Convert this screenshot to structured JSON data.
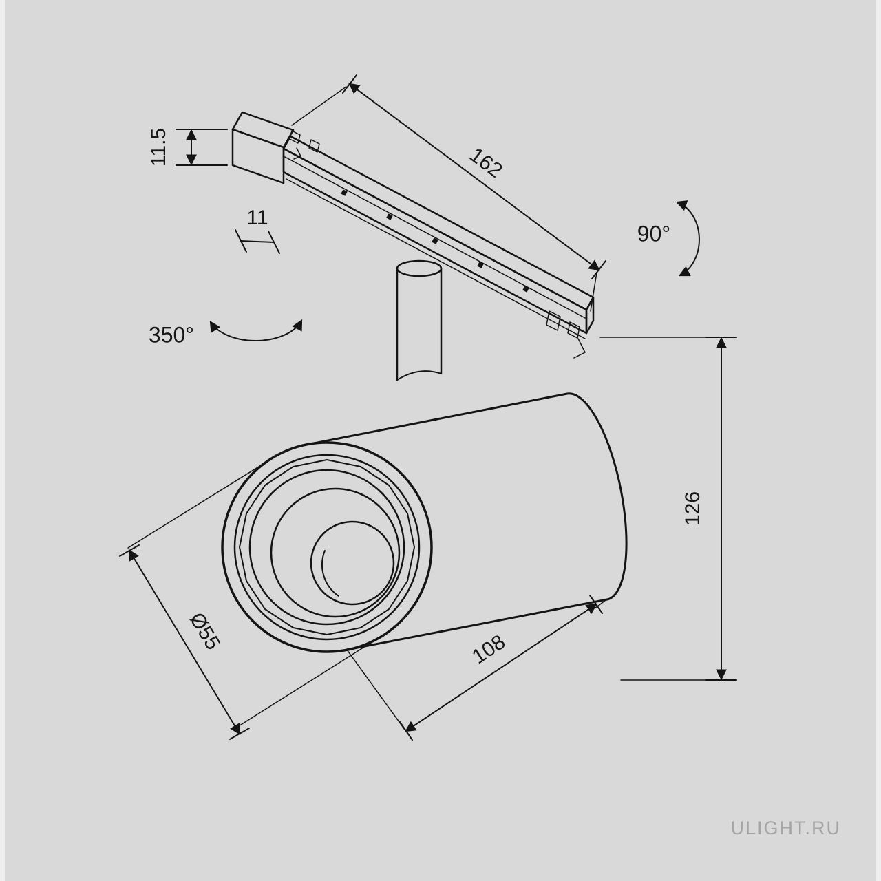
{
  "drawing": {
    "subject": "magnetic-track-spotlight-dimension-drawing",
    "watermark": "ULIGHT.RU",
    "colors": {
      "background": "#d9d9d9",
      "line": "#141414",
      "watermark": "#a5a5a5"
    },
    "dimensions": {
      "connector_height": "11.5",
      "track_width": "11",
      "track_length": "162",
      "tilt_angle": "90°",
      "rotation_angle": "350°",
      "lens_diameter": "Ø55",
      "body_length": "108",
      "overall_height": "126"
    }
  }
}
